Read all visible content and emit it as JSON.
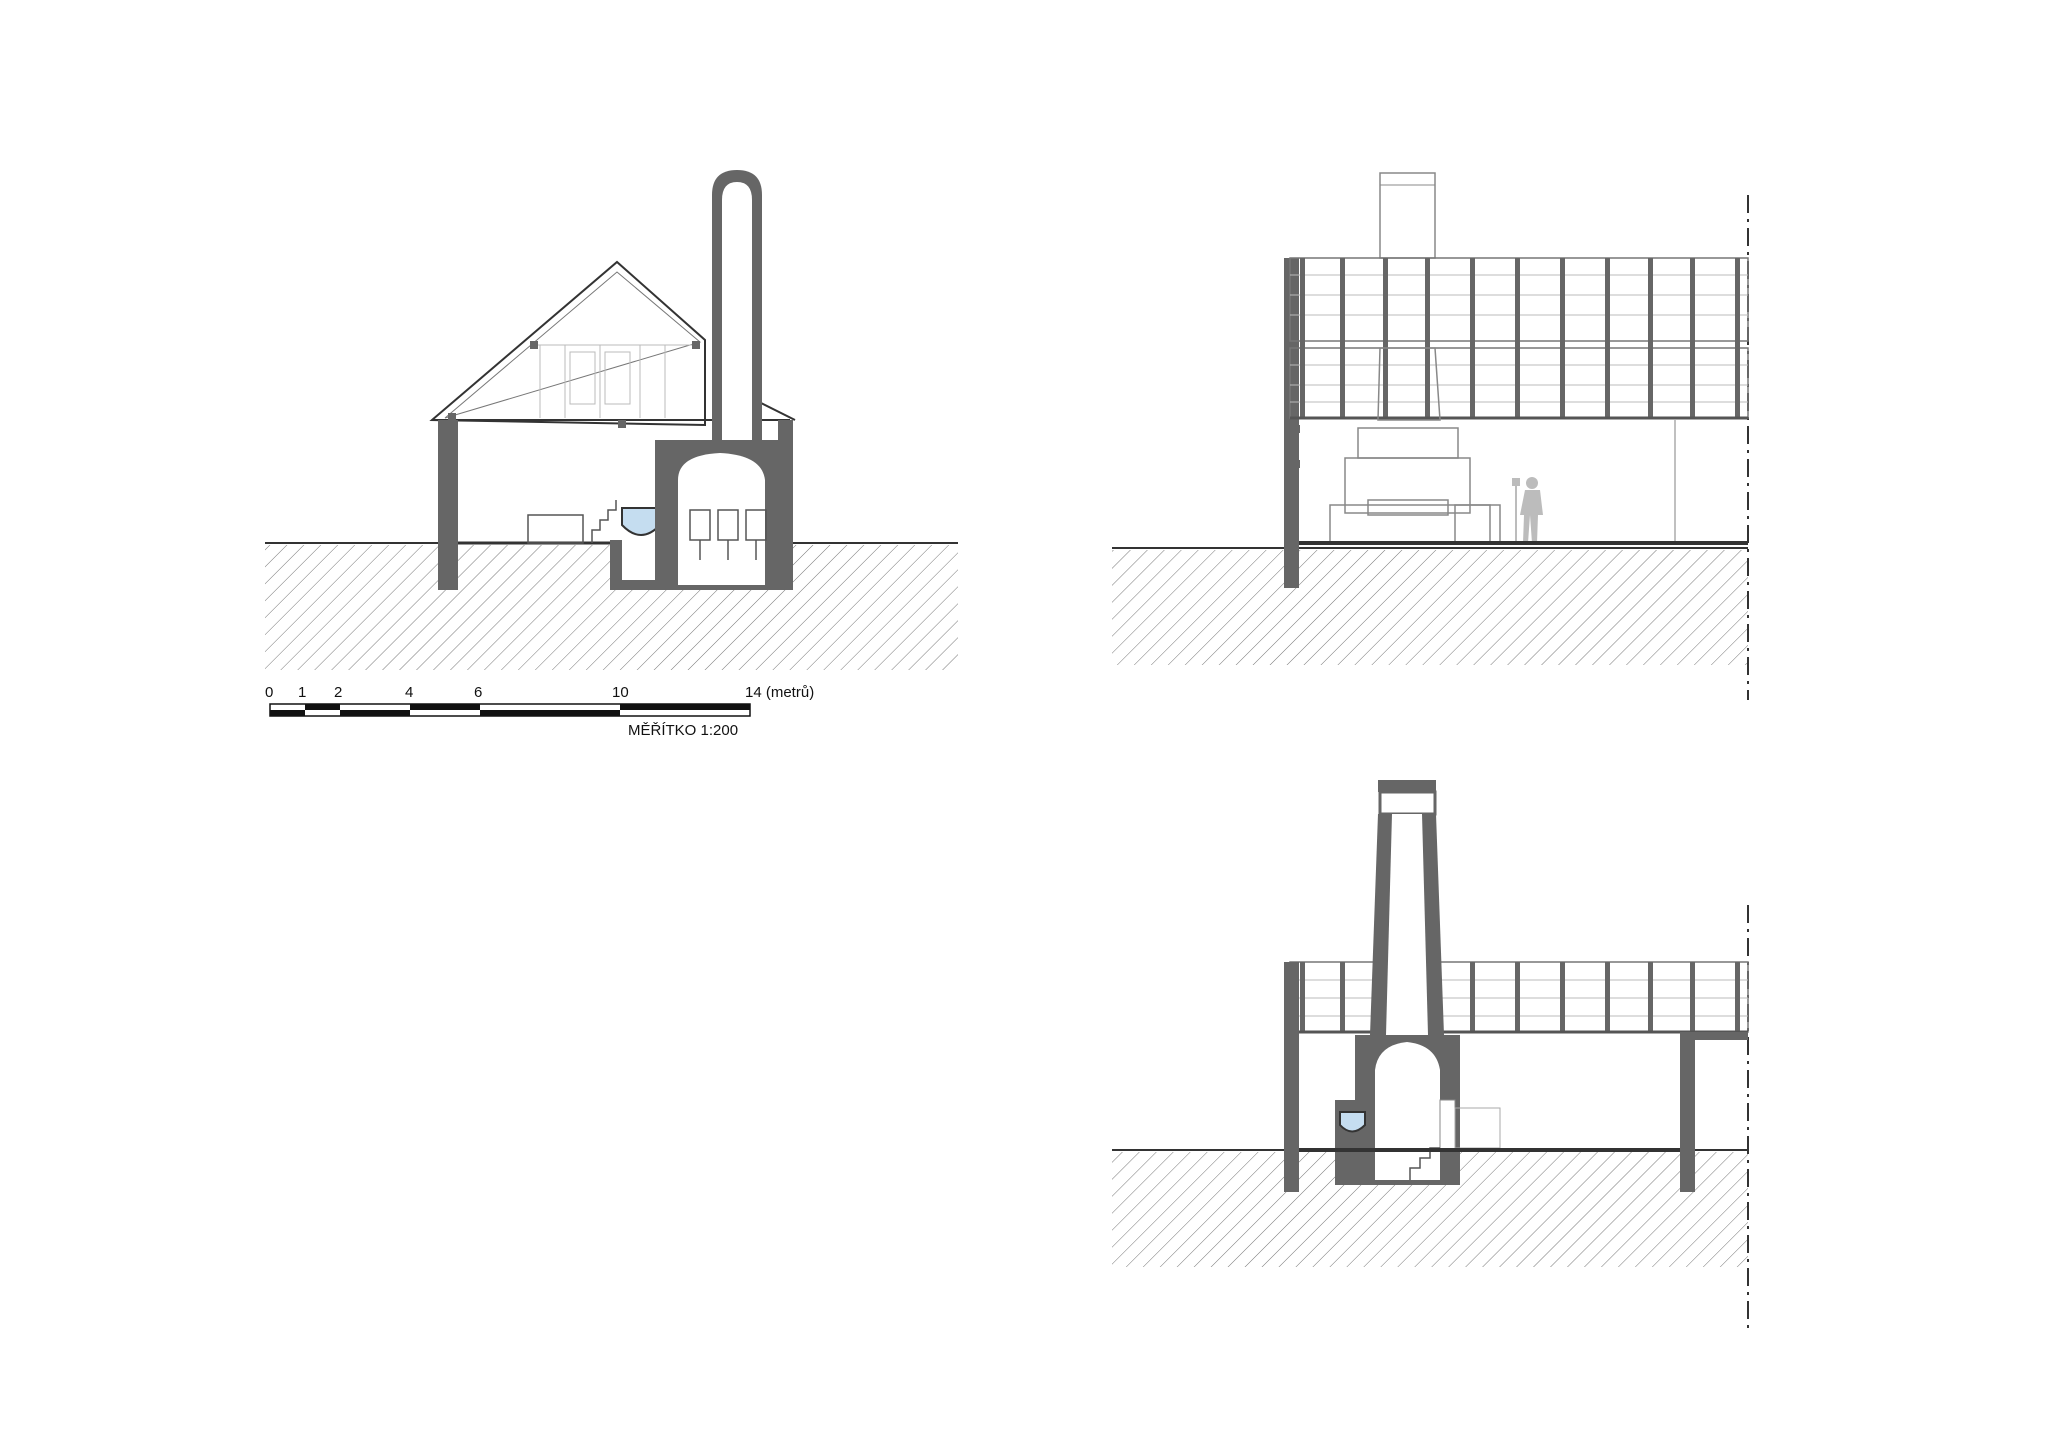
{
  "scale_bar": {
    "ticks": [
      "0",
      "1",
      "2",
      "4",
      "6",
      "10",
      "14 (metrů)"
    ],
    "title": "MĚŘÍTKO 1:200"
  },
  "colors": {
    "wall": "#666666",
    "line": "#333333",
    "light_line": "#bbbbbb",
    "water": "#c5ddf0",
    "person": "#bcbcbc"
  }
}
